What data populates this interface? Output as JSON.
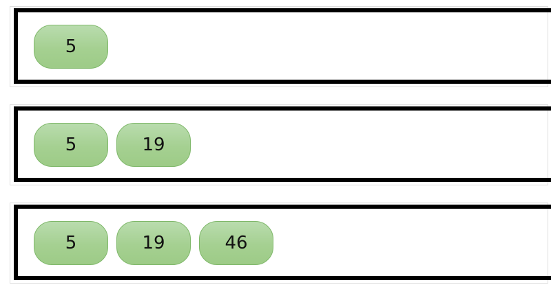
{
  "rows": [
    {
      "items": [
        "5"
      ]
    },
    {
      "items": [
        "5",
        "19"
      ]
    },
    {
      "items": [
        "5",
        "19",
        "46"
      ]
    }
  ],
  "colors": {
    "pill_fill": "#a5d091",
    "pill_border": "#7fb86a",
    "bracket": "#000000"
  }
}
